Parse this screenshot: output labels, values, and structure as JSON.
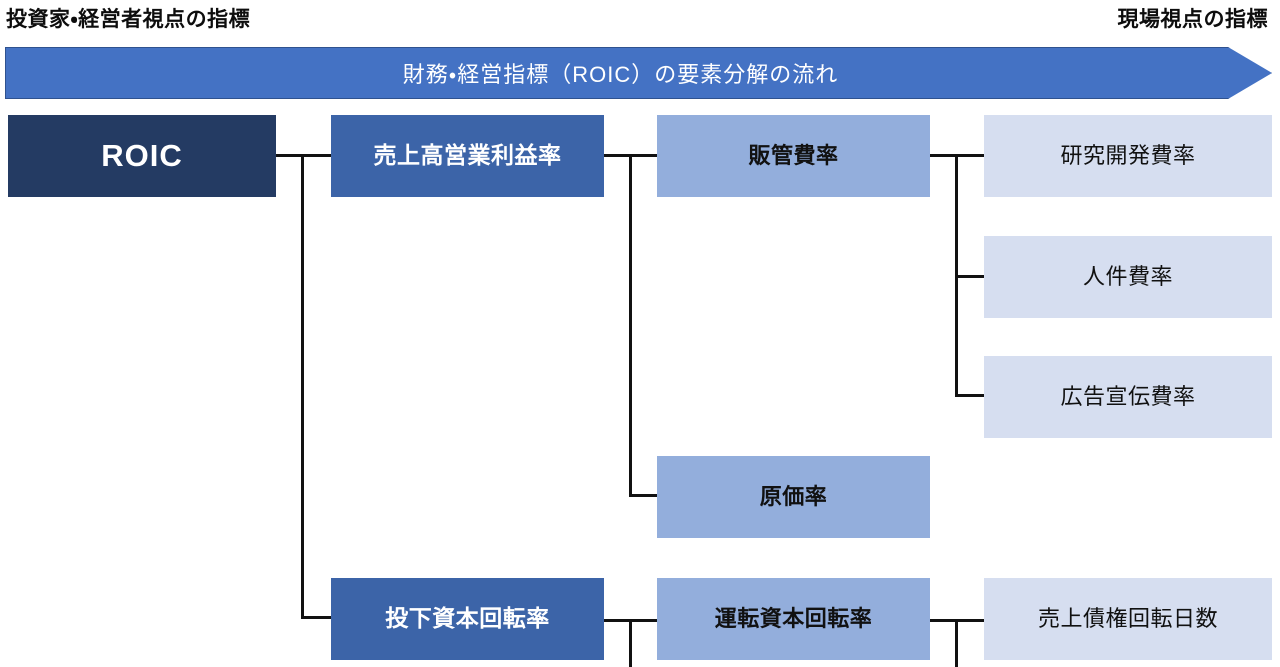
{
  "header": {
    "left_label": "投資家・経営者視点の指標",
    "right_label": "現場視点の指標"
  },
  "banner": {
    "text": "財務・経営指標（ROIC）の要素分解の流れ",
    "fill_color": "#4472C4",
    "border_color": "#2F528F",
    "text_color": "#FFFFFF",
    "shape": "right-arrow-banner"
  },
  "palette": {
    "level1_fill": "#243B63",
    "level2_fill": "#3C64A8",
    "level3_fill": "#93AEDC",
    "level4_fill": "#D6DEF0",
    "connector": "#111111",
    "light_text": "#FFFFFF",
    "dark_text": "#111111"
  },
  "tree": {
    "root": {
      "label": "ROIC",
      "level": 1
    },
    "level2": [
      {
        "label": "売上高営業利益率",
        "level": 2
      },
      {
        "label": "投下資本回転率",
        "level": 2
      }
    ],
    "level3": [
      {
        "label": "販管費率",
        "level": 3
      },
      {
        "label": "原価率",
        "level": 3
      },
      {
        "label": "運転資本回転率",
        "level": 3
      }
    ],
    "level4": [
      {
        "label": "研究開発費率",
        "level": 4
      },
      {
        "label": "人件費率",
        "level": 4
      },
      {
        "label": "広告宣伝費率",
        "level": 4
      },
      {
        "label": "売上債権回転日数",
        "level": 4
      }
    ]
  }
}
